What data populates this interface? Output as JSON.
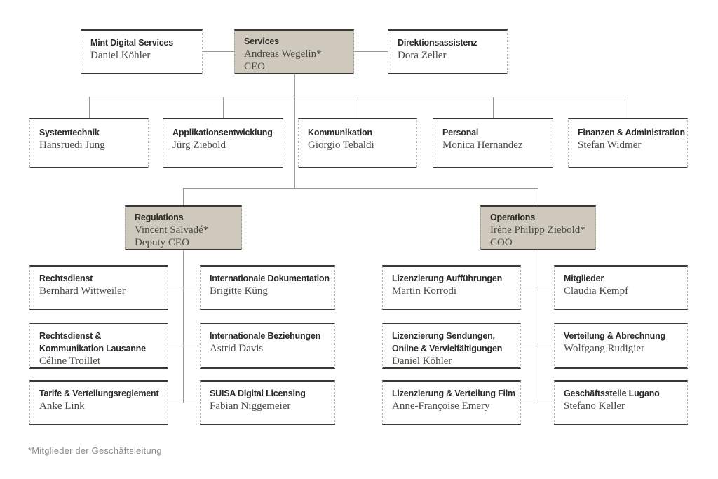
{
  "footnote": "*Mitglieder der Geschäftsleitung",
  "colors": {
    "shaded_fill": "#cfc9bd",
    "box_border": "#393833",
    "connector_line": "#9b9a96",
    "title_text": "#2b2a26",
    "name_text": "#4a4944",
    "footnote_text": "#8d8c88"
  },
  "nodes": {
    "mint": {
      "title_lines": [
        "Mint Digital Services"
      ],
      "name": "Daniel Köhler"
    },
    "services": {
      "title_lines": [
        "Services"
      ],
      "name": "Andreas Wegelin*",
      "role": "CEO"
    },
    "direktionsassistenz": {
      "title_lines": [
        "Direktionsassistenz"
      ],
      "name": "Dora Zeller"
    },
    "systemtechnik": {
      "title_lines": [
        "Systemtechnik"
      ],
      "name": "Hansruedi Jung"
    },
    "applikationsentwicklung": {
      "title_lines": [
        "Applikationsentwicklung"
      ],
      "name": "Jürg Ziebold"
    },
    "kommunikation": {
      "title_lines": [
        "Kommunikation"
      ],
      "name": "Giorgio Tebaldi"
    },
    "personal": {
      "title_lines": [
        "Personal"
      ],
      "name": "Monica Hernandez"
    },
    "finanzen_administration": {
      "title_lines": [
        "Finanzen & Administration"
      ],
      "name": "Stefan Widmer"
    },
    "regulations": {
      "title_lines": [
        "Regulations"
      ],
      "name": "Vincent Salvadé*",
      "role": "Deputy CEO"
    },
    "operations": {
      "title_lines": [
        "Operations"
      ],
      "name": "Irène Philipp Ziebold*",
      "role": "COO"
    },
    "rechtsdienst": {
      "title_lines": [
        "Rechtsdienst"
      ],
      "name": "Bernhard Wittweiler"
    },
    "rechtsdienst_kommunikation_lausanne": {
      "title_lines": [
        "Rechtsdienst &",
        "Kommunikation Lausanne"
      ],
      "name": "Céline Troillet"
    },
    "tarife_verteilungsreglement": {
      "title_lines": [
        "Tarife & Verteilungsreglement"
      ],
      "name": "Anke Link"
    },
    "internationale_dokumentation": {
      "title_lines": [
        "Internationale Dokumentation"
      ],
      "name": "Brigitte Küng"
    },
    "internationale_beziehungen": {
      "title_lines": [
        "Internationale Beziehungen"
      ],
      "name": "Astrid Davis"
    },
    "suisa_digital_licensing": {
      "title_lines": [
        "SUISA Digital Licensing"
      ],
      "name": "Fabian Niggemeier"
    },
    "lizenzierung_auffuehrungen": {
      "title_lines": [
        "Lizenzierung Aufführungen"
      ],
      "name": "Martin Korrodi"
    },
    "lizenzierung_sendungen": {
      "title_lines": [
        "Lizenzierung Sendungen,",
        "Online & Vervielfältigungen"
      ],
      "name": "Daniel Köhler"
    },
    "lizenzierung_verteilung_film": {
      "title_lines": [
        "Lizenzierung & Verteilung Film"
      ],
      "name": "Anne-Françoise Emery"
    },
    "mitglieder": {
      "title_lines": [
        "Mitglieder"
      ],
      "name": "Claudia Kempf"
    },
    "verteilung_abrechnung": {
      "title_lines": [
        "Verteilung & Abrechnung"
      ],
      "name": "Wolfgang Rudigier"
    },
    "geschaeftsstelle_lugano": {
      "title_lines": [
        "Geschäftsstelle Lugano"
      ],
      "name": "Stefano Keller"
    }
  }
}
